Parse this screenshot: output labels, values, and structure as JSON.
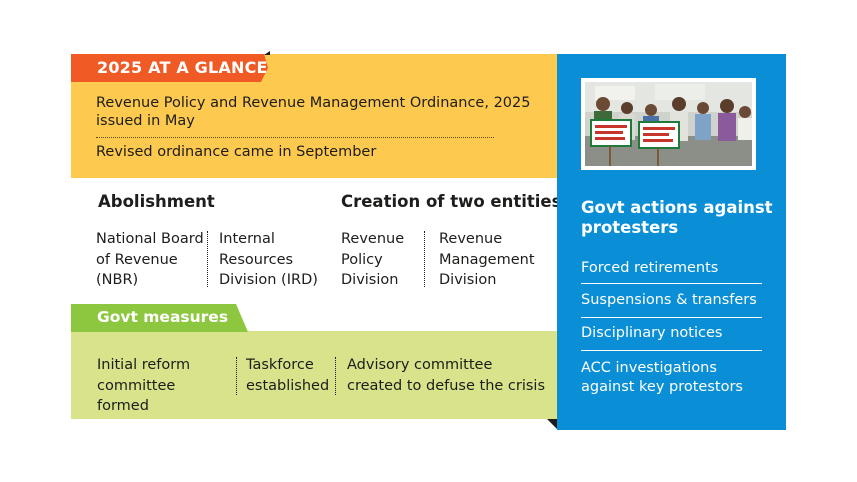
{
  "glance": {
    "tab_label": "2025 AT A GLANCE",
    "timeline": [
      "Revenue Policy and Revenue Management Ordinance, 2025 issued in May",
      "Revised ordinance came in September"
    ]
  },
  "abolishment": {
    "title": "Abolishment",
    "items": [
      "National Board of Revenue (NBR)",
      "Internal Resources Division (IRD)"
    ]
  },
  "creation": {
    "title": "Creation of two entities",
    "items": [
      "Revenue Policy Division",
      "Revenue Management Division"
    ]
  },
  "measures": {
    "tab_label": "Govt measures",
    "items": [
      "Initial reform committee formed",
      "Taskforce established",
      "Advisory committee created to defuse the crisis"
    ]
  },
  "actions": {
    "title": "Govt actions against protesters",
    "items": [
      "Forced retirements",
      "Suspensions & transfers",
      "Disciplinary notices",
      "ACC investigations against key protestors"
    ]
  },
  "colors": {
    "glance_tab": "#f05a24",
    "top_band": "#fdca4f",
    "measures_tab": "#8dc63f",
    "measures_band": "#d9e38b",
    "blue_panel": "#0a8fd6"
  }
}
